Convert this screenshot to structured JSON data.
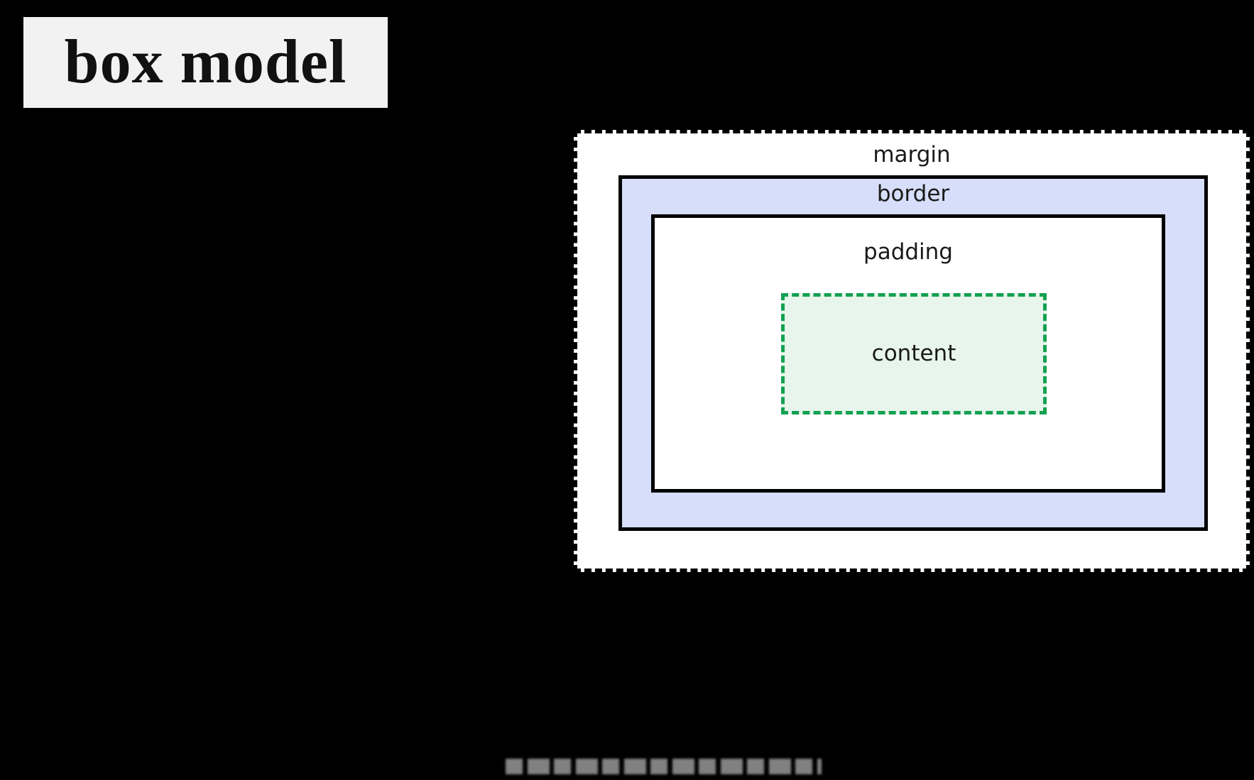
{
  "slide": {
    "title": "box model"
  },
  "diagram": {
    "margin": {
      "label": "margin",
      "fill": "#ffffff",
      "border_color": "#000000",
      "border_style": "dashed"
    },
    "border": {
      "label": "border",
      "fill": "#d6def9",
      "border_color": "#000000",
      "border_style": "solid"
    },
    "padding": {
      "label": "padding",
      "fill": "#ffffff",
      "border_color": "#000000",
      "border_style": "solid"
    },
    "content": {
      "label": "content",
      "fill": "#e7f5ec",
      "border_color": "#12a150",
      "border_style": "dashed"
    }
  },
  "colors": {
    "page_bg": "#000000",
    "title_bg": "#f2f2f2",
    "title_text": "#111111",
    "label_text": "#1a1a1a",
    "watermark_gray": "#8c8c8c"
  }
}
